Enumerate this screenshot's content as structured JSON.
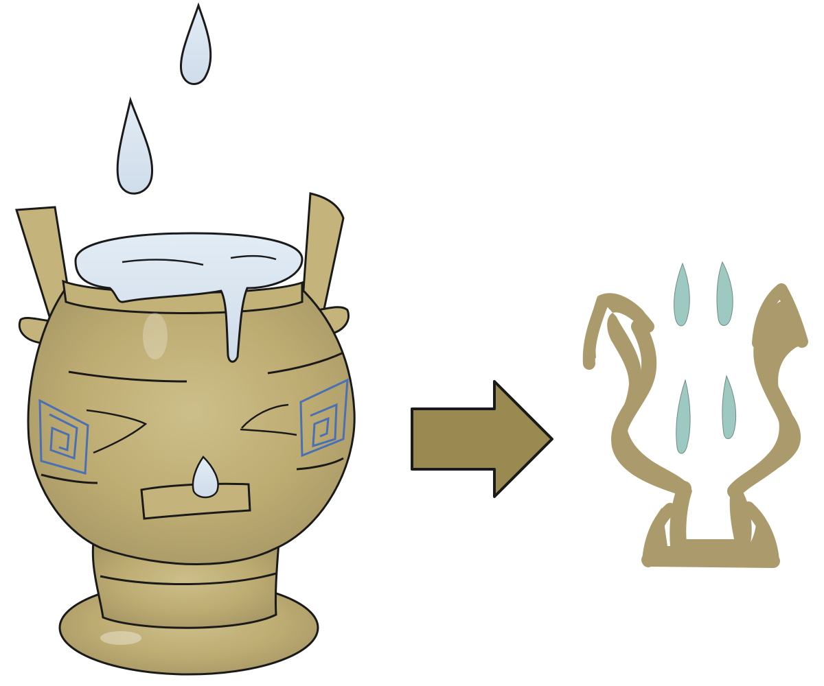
{
  "illustration": {
    "left_panel": "bronze-vessel-with-overflowing-water",
    "middle": "arrow-right",
    "right_panel": "ancient-character-glyph"
  },
  "colors": {
    "background": "#ffffff",
    "bronze_fill": "#c4b47b",
    "bronze_shadow": "#a89866",
    "water_fill": "#d8e4ef",
    "outline": "#1a1a1a",
    "spiral_blue": "#4a6fb5",
    "arrow_fill": "#9a8a52",
    "glyph_fill": "#ab9b6c",
    "glyph_drop": "#9dc9c2"
  }
}
